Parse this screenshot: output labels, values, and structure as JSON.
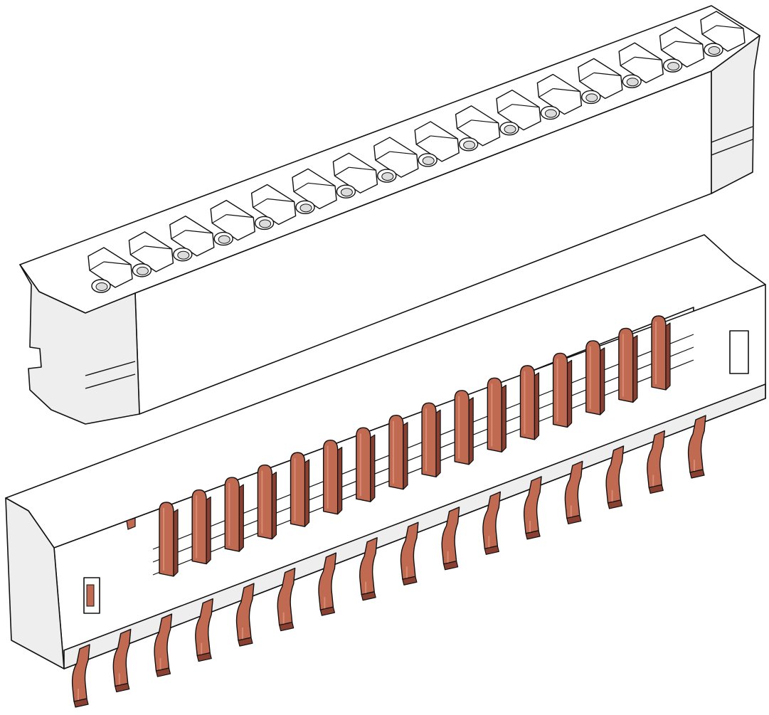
{
  "illustration": {
    "type": "isometric connector assembly",
    "parts": {
      "housing": {
        "name": "receptacle-housing",
        "position_count": 16
      },
      "header": {
        "name": "pin-header",
        "pin_count": 16
      }
    },
    "colors": {
      "background": "#ffffff",
      "body": "#ffffff",
      "shade": "#eeeeee",
      "shade_dark": "#dcdcdc",
      "outline": "#111111",
      "pin": "#c06a52",
      "pin_light": "#d98a72",
      "pin_dark": "#8a4030"
    }
  }
}
